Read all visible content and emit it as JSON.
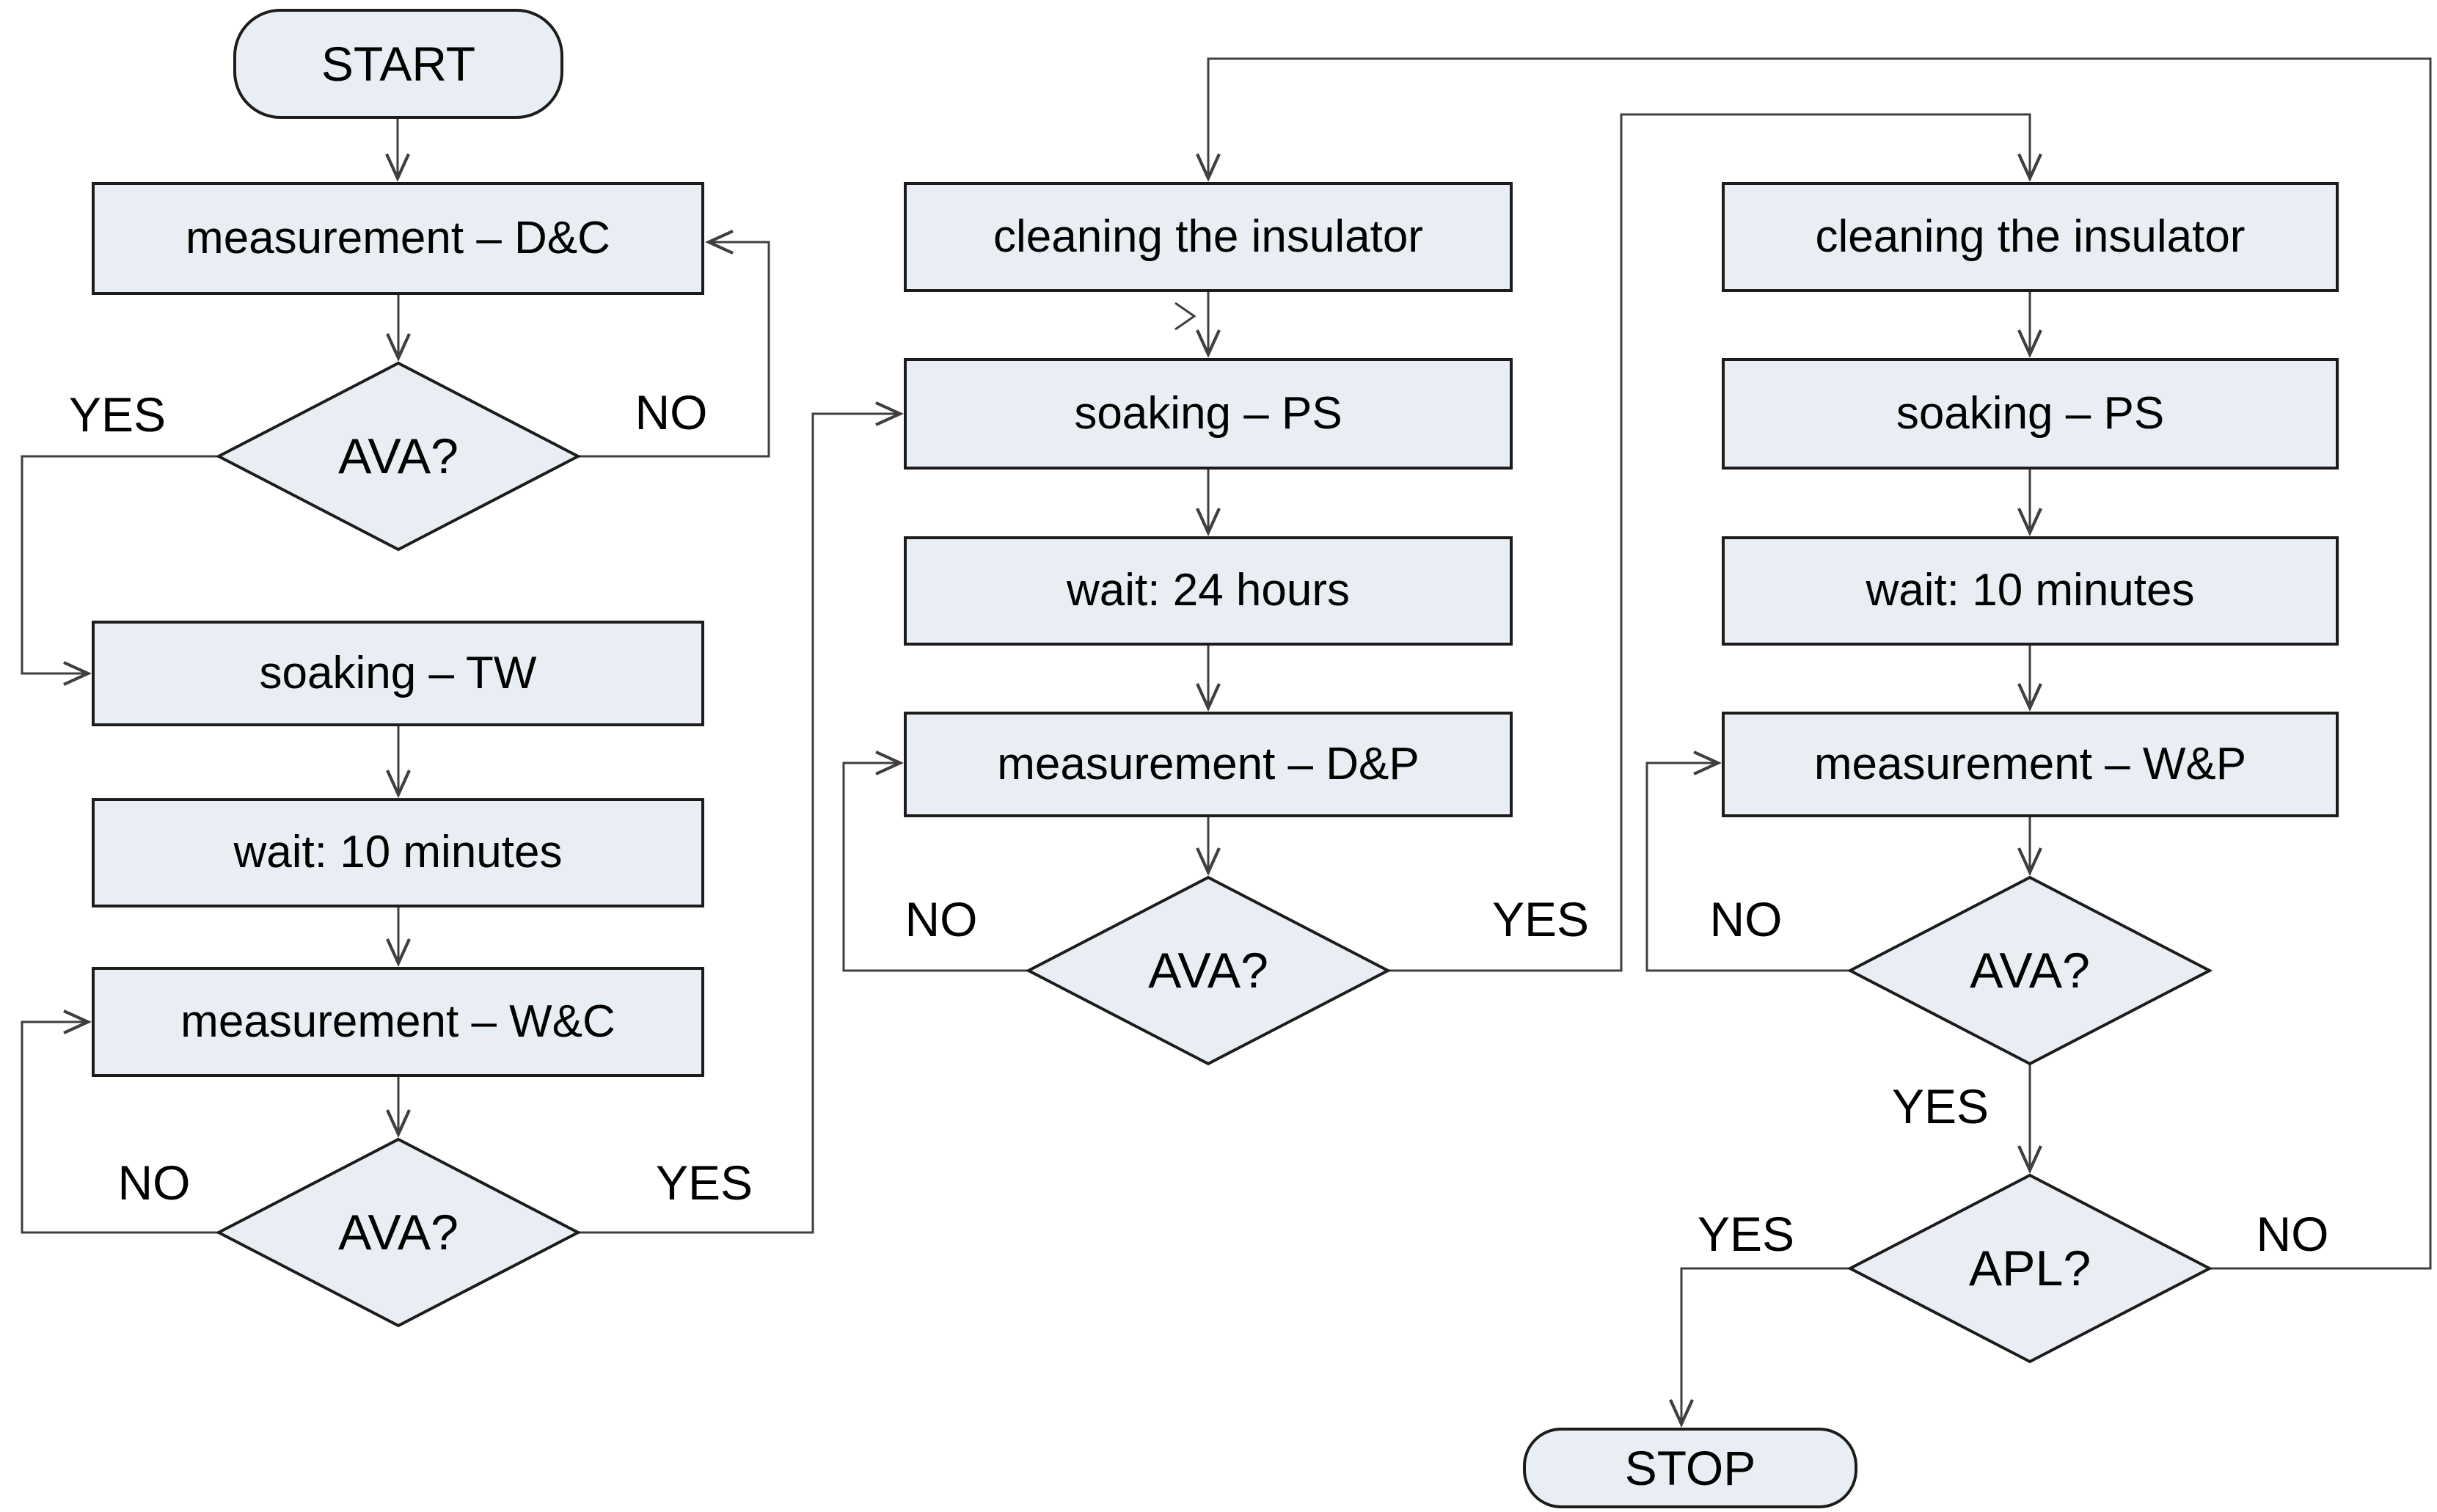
{
  "title": "insulator testing procedure flowchart",
  "colors": {
    "background": "#ffffff",
    "node_fill": "#e9eef4",
    "node_border": "#1c1c1c",
    "line": "#3f3f3f",
    "text": "#000000"
  },
  "nodes": {
    "start": {
      "label": "START",
      "type": "terminal"
    },
    "meas_dc": {
      "label": "measurement – D&C",
      "type": "process"
    },
    "ava1": {
      "label": "AVA?",
      "type": "decision"
    },
    "soak_tw": {
      "label": "soaking – TW",
      "type": "process"
    },
    "wait10_left": {
      "label": "wait: 10 minutes",
      "type": "process"
    },
    "meas_wc": {
      "label": "measurement – W&C",
      "type": "process"
    },
    "ava2": {
      "label": "AVA?",
      "type": "decision"
    },
    "clean_mid": {
      "label": "cleaning the insulator",
      "type": "process"
    },
    "soak_ps_mid": {
      "label": "soaking – PS",
      "type": "process"
    },
    "wait24": {
      "label": "wait: 24 hours",
      "type": "process"
    },
    "meas_dp": {
      "label": "measurement – D&P",
      "type": "process"
    },
    "ava3": {
      "label": "AVA?",
      "type": "decision"
    },
    "clean_right": {
      "label": "cleaning the insulator",
      "type": "process"
    },
    "soak_ps_right": {
      "label": "soaking – PS",
      "type": "process"
    },
    "wait10_right": {
      "label": "wait: 10 minutes",
      "type": "process"
    },
    "meas_wp": {
      "label": "measurement – W&P",
      "type": "process"
    },
    "ava4": {
      "label": "AVA?",
      "type": "decision"
    },
    "apl": {
      "label": "APL?",
      "type": "decision"
    },
    "stop": {
      "label": "STOP",
      "type": "terminal"
    }
  },
  "edge_labels": {
    "ava1_yes": "YES",
    "ava1_no": "NO",
    "ava2_no": "NO",
    "ava2_yes": "YES",
    "ava3_no": "NO",
    "ava3_yes": "YES",
    "ava4_no": "NO",
    "ava4_yes": "YES",
    "apl_yes": "YES",
    "apl_no": "NO"
  }
}
